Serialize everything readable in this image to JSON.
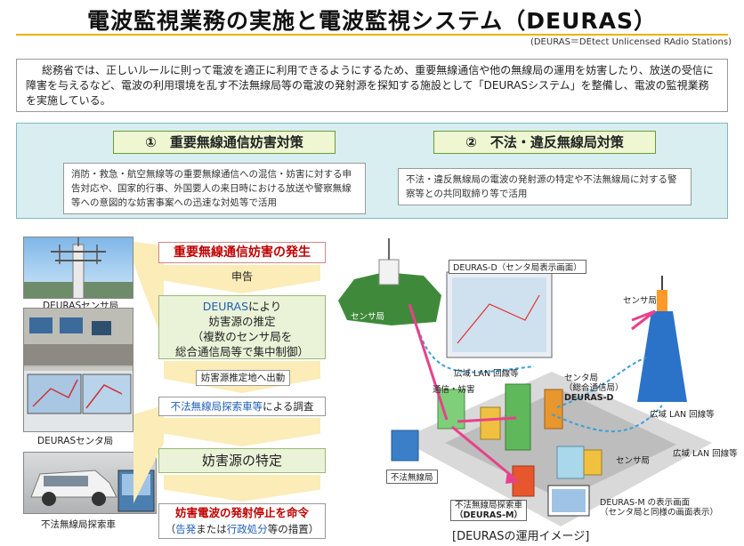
{
  "title": "電波監視業務の実施と電波監視システム（DEURAS）",
  "subtitle": "(DEURAS＝DEtect Unlicensed RAdio Stations)",
  "intro": "総務省では、正しいルールに則って電波を適正に利用できるようにするため、重要無線通信や他の無線局の運用を妨害したり、放送の受信に障害を与えるなど、電波の利用環境を乱す不法無線局等の電波の発射源を探知する施設として「DEURASシステム」を整備し、電波の監視業務を実施している。",
  "measures": [
    {
      "heading": "①　重要無線通信妨害対策",
      "body": "消防・救急・航空無線等の重要無線通信への混信・妨害に対する申告対応や、国家的行事、外国要人の来日時における放送や警察無線等への意図的な妨害事案への迅速な対処等で活用"
    },
    {
      "heading": "②　不法・違反無線局対策",
      "body": "不法・違反無線局の電波の発射源の特定や不法無線局に対する警察等との共同取締り等で活用"
    }
  ],
  "photos": {
    "sensor_caption": "DEURASセンサ局",
    "center_caption": "DEURASセンタ局",
    "car_caption": "不法無線局探索車"
  },
  "flow": {
    "step1": "重要無線通信妨害の発生",
    "arrow1": "申告",
    "step2_line1_blue": "DEURAS",
    "step2_line1_rest": "により",
    "step2_line2": "妨害源の推定",
    "step2_line3": "（複数のセンサ局を",
    "step2_line4": "総合通信局等で集中制御）",
    "arrow2": "妨害源推定地へ出動",
    "step3_blue": "不法無線局探索車等",
    "step3_rest": "による調査",
    "step4": "妨害源の特定",
    "step5_line1": "妨害電波の発射停止を命令",
    "step5_paren_open": "（",
    "step5_blue1": "告発",
    "step5_mid": "または",
    "step5_blue2": "行政処分",
    "step5_rest": "等の措置）"
  },
  "diagram": {
    "screen_label": "DEURAS-D（センタ局表示画面）",
    "sensor_left": "センサ局",
    "sensor_right_top": "センサ局",
    "sensor_mid": "センサ局",
    "lan1": "広域 LAN 回線等",
    "lan2": "広域 LAN 回線等",
    "lan3": "広域 LAN 回線等",
    "interference": "通信・妨害",
    "center_line1": "センタ局",
    "center_line2": "（総合通信局）",
    "center_line3": "DEURAS-D",
    "illegal_station": "不法無線局",
    "car_line1": "不法無線局探索車",
    "car_line2": "（DEURAS-M）",
    "m_screen_line1": "DEURAS-M の表示画面",
    "m_screen_line2": "（センタ局と同様の画面表示）",
    "caption": "[DEURASの運用イメージ]"
  }
}
